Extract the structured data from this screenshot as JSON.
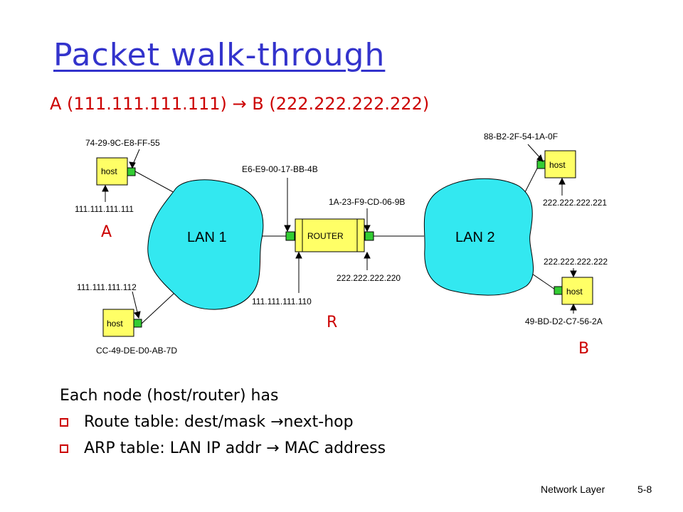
{
  "title": "Packet walk-through",
  "subtitle": "A (111.111.111.111)  → B (222.222.222.222)",
  "colors": {
    "title": "#3333cc",
    "accent_red": "#cc0000",
    "lan_fill": "#33e8f0",
    "host_fill": "#ffff66",
    "port_green": "#33cc33"
  },
  "diagram": {
    "hosts": {
      "a": {
        "label": "host",
        "mac": "74-29-9C-E8-FF-55",
        "ip": "111.111.111.111"
      },
      "b": {
        "label": "host",
        "mac": "CC-49-DE-D0-AB-7D",
        "ip": "111.111.111.112"
      },
      "c": {
        "label": "host",
        "mac": "88-B2-2F-54-1A-0F",
        "ip": "222.222.222.221"
      },
      "d": {
        "label": "host",
        "mac": "49-BD-D2-C7-56-2A",
        "ip": "222.222.222.222"
      }
    },
    "router": {
      "label": "ROUTER",
      "mac_left": "E6-E9-00-17-BB-4B",
      "mac_right": "1A-23-F9-CD-06-9B",
      "ip_left": "111.111.111.110",
      "ip_right": "222.222.222.220"
    },
    "lan1": "LAN 1",
    "lan2": "LAN 2",
    "node_labels": {
      "a": "A",
      "r": "R",
      "b": "B"
    }
  },
  "info": {
    "heading": "Each node (host/router) has",
    "items": [
      "Route table: dest/mask →next-hop",
      "ARP table: LAN IP addr  → MAC address"
    ]
  },
  "footer": {
    "section": "Network Layer",
    "page": "5-8"
  }
}
